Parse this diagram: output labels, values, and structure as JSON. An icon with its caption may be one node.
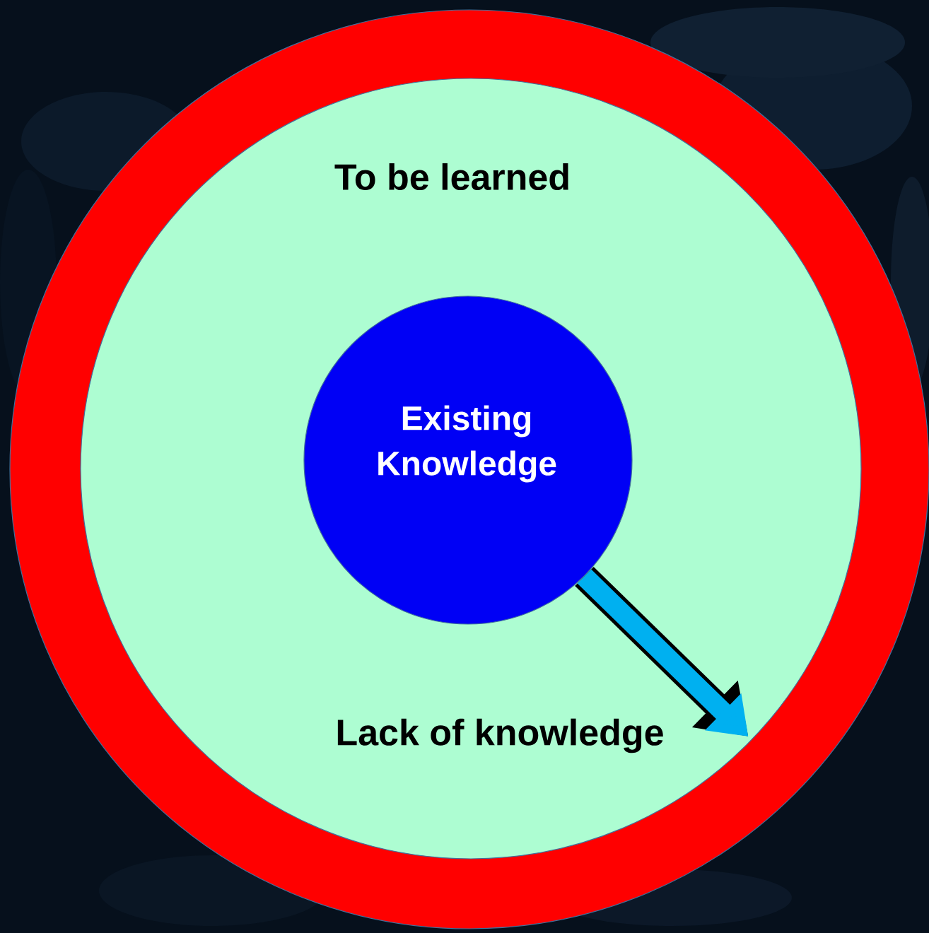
{
  "diagram": {
    "nodes": [
      {
        "text": [],
        "shape": "circle"
      },
      {
        "text": [
          "To be learned",
          "Lack of knowledge"
        ],
        "in": 0
      },
      {
        "text": [
          "Existing Knowledge"
        ],
        "in": 1
      }
    ],
    "edges": [
      {
        "from": 2,
        "to": 1,
        "arrow": "to"
      }
    ]
  }
}
